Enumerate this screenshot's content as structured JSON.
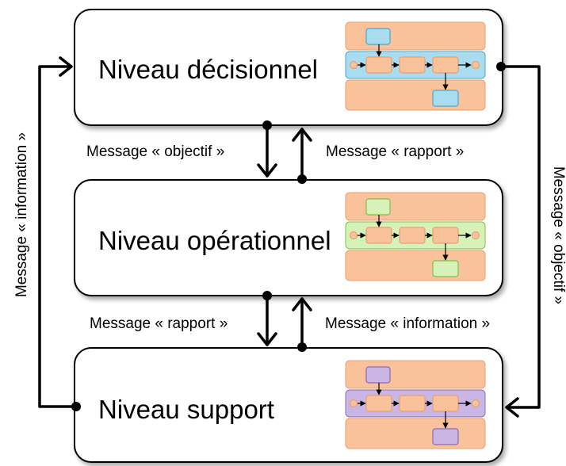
{
  "levels": [
    {
      "title": "Niveau décisionnel",
      "accent": "#a9dcef",
      "accent_border": "#4aa7c9"
    },
    {
      "title": "Niveau opérationnel",
      "accent": "#d6f2b8",
      "accent_border": "#7cc04a"
    },
    {
      "title": "Niveau support",
      "accent": "#c9b6e4",
      "accent_border": "#8a6ab8"
    }
  ],
  "messages": {
    "dec_to_op": "Message « objectif »",
    "op_to_dec": "Message « rapport »",
    "op_to_sup": "Message « rapport »",
    "sup_to_op": "Message « information »",
    "left_loop": "Message « information »",
    "right_loop": "Message « objectif »"
  },
  "colors": {
    "lane_fill": "#f9c29b",
    "lane_border": "#e8a070",
    "line": "#000000"
  }
}
